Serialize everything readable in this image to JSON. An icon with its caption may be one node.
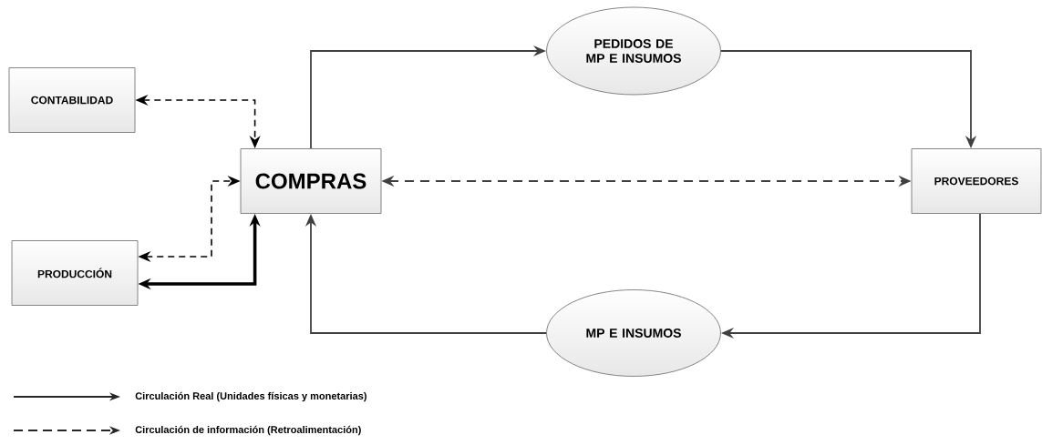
{
  "diagram": {
    "nodes": [
      {
        "text": [
          "CONTABILIDAD"
        ]
      },
      {
        "text": [
          "COMPRAS"
        ]
      },
      {
        "text": [
          "PRODUCCIÓN"
        ]
      },
      {
        "text": [
          "PEDIDOS DE MP E INSUMOS"
        ]
      },
      {
        "text": [
          "PROVEEDORES"
        ]
      },
      {
        "text": [
          "MP E INSUMOS"
        ]
      }
    ],
    "edges": [
      {
        "from": 0,
        "to": 1,
        "arrow": "both",
        "style": "dashed",
        "color": "#000000"
      },
      {
        "from": 2,
        "to": 1,
        "arrow": "both",
        "style": "dashed",
        "color": "#000000"
      },
      {
        "from": 2,
        "to": 1,
        "arrow": "both",
        "style": "thick",
        "color": "#000000"
      },
      {
        "from": 1,
        "to": 3,
        "arrow": "to"
      },
      {
        "from": 3,
        "to": 4,
        "arrow": "to"
      },
      {
        "from": 4,
        "to": 5,
        "arrow": "to"
      },
      {
        "from": 5,
        "to": 1,
        "arrow": "to"
      },
      {
        "from": 1,
        "to": 4,
        "arrow": "both",
        "style": "dashed"
      }
    ],
    "legend": [
      {
        "text": "Circulación Real (Unidades físicas y monetarias)"
      },
      {
        "text": "Circulación de información (Retroalimentación)"
      }
    ]
  }
}
